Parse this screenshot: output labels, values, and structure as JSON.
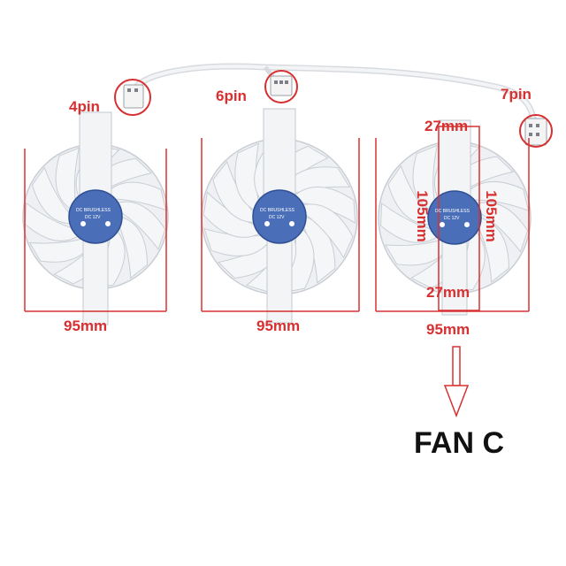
{
  "connectors": {
    "fan_a": "4pin",
    "fan_b": "6pin",
    "fan_c": "7pin"
  },
  "dimensions": {
    "fan_a_width": "95mm",
    "fan_b_width": "95mm",
    "fan_c_width": "95mm",
    "fan_c_height_left": "105mm",
    "fan_c_height_right": "105mm",
    "fan_c_hub_top": "27mm",
    "fan_c_hub_bottom": "27mm"
  },
  "caption": "FAN C",
  "sticker": {
    "line1": "DC BRUSHLESS",
    "line2": "DC 12V"
  },
  "colors": {
    "annotation": "#d83030",
    "blade": "#f4f6f8",
    "blade_edge": "#c9ced4",
    "hub_label": "#4a6fb8",
    "cable": "#e8eaed",
    "caption": "#111111"
  }
}
